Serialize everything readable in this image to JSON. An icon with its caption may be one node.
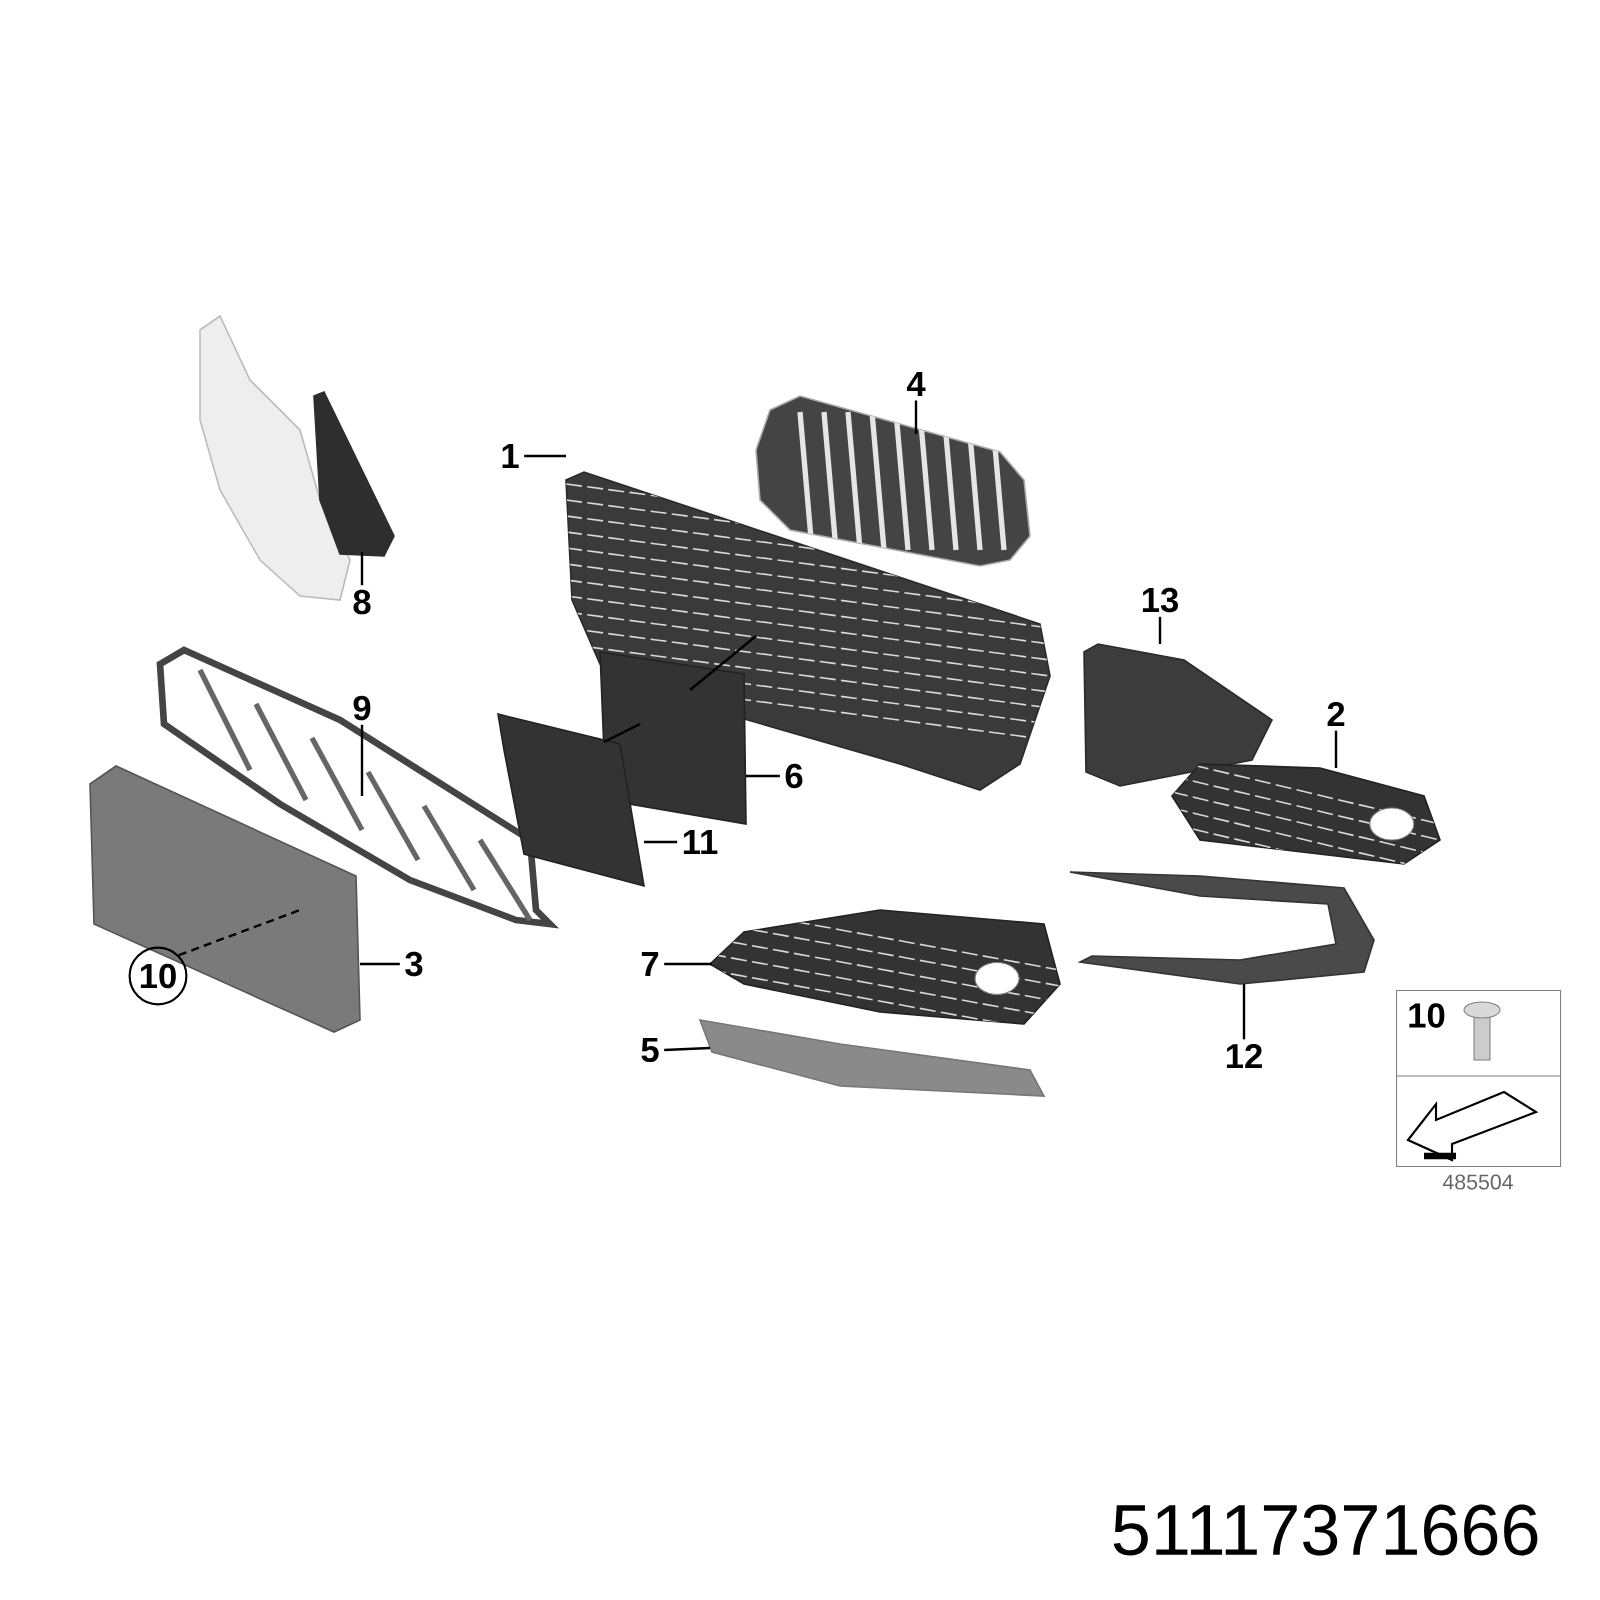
{
  "diagram": {
    "nodes": [
      {
        "text": [],
        "shape": "picture"
      },
      {
        "text": [
          "8"
        ]
      },
      {
        "text": [],
        "shape": "picture"
      },
      {
        "text": [
          "4"
        ]
      },
      {
        "text": [],
        "shape": "picture"
      },
      {
        "text": [
          "1"
        ]
      },
      {
        "text": [],
        "shape": "picture"
      },
      {
        "text": [
          "13"
        ]
      },
      {
        "text": [],
        "shape": "picture"
      },
      {
        "text": [
          "9"
        ]
      },
      {
        "text": [],
        "shape": "picture"
      },
      {
        "text": [
          "6"
        ]
      },
      {
        "text": [],
        "shape": "picture"
      },
      {
        "text": [
          "2"
        ]
      },
      {
        "text": [],
        "shape": "picture"
      },
      {
        "text": [
          "11"
        ]
      },
      {
        "text": [],
        "shape": "picture"
      },
      {
        "text": [
          "10"
        ]
      },
      {
        "text": [
          "3"
        ]
      },
      {
        "text": [],
        "shape": "picture"
      },
      {
        "text": [
          "7"
        ]
      },
      {
        "text": [],
        "shape": "picture"
      },
      {
        "text": [
          "5"
        ]
      },
      {
        "text": [],
        "shape": "picture"
      },
      {
        "text": [
          "12"
        ]
      },
      {
        "text": [],
        "shape": "picture"
      },
      {
        "text": [
          "10"
        ],
        "beside": [
          "485504"
        ]
      }
    ],
    "edges": [
      {
        "from": 1,
        "to": 2,
        "arrow": "none"
      },
      {
        "from": 3,
        "to": 4,
        "arrow": "none"
      },
      {
        "from": 5,
        "to": 6,
        "arrow": "none"
      },
      {
        "from": 7,
        "to": 8,
        "arrow": "none"
      },
      {
        "from": 9,
        "to": 10,
        "arrow": "none"
      },
      {
        "from": 11,
        "to": 12,
        "arrow": "none"
      },
      {
        "from": 13,
        "to": 14,
        "arrow": "none"
      },
      {
        "from": 15,
        "to": 16,
        "arrow": "none"
      },
      {
        "from": 17,
        "to": 19,
        "arrow": "none",
        "style": "dashed"
      },
      {
        "from": 18,
        "to": 19,
        "arrow": "none"
      },
      {
        "from": 20,
        "to": 21,
        "arrow": "none"
      },
      {
        "from": 22,
        "to": 23,
        "arrow": "none"
      },
      {
        "from": 24,
        "to": 25,
        "arrow": "none"
      },
      {
        "from": 12,
        "to": 6,
        "arrow": "none"
      },
      {
        "from": 16,
        "to": 12,
        "arrow": "none"
      }
    ],
    "labels": [
      "51117371666"
    ]
  }
}
